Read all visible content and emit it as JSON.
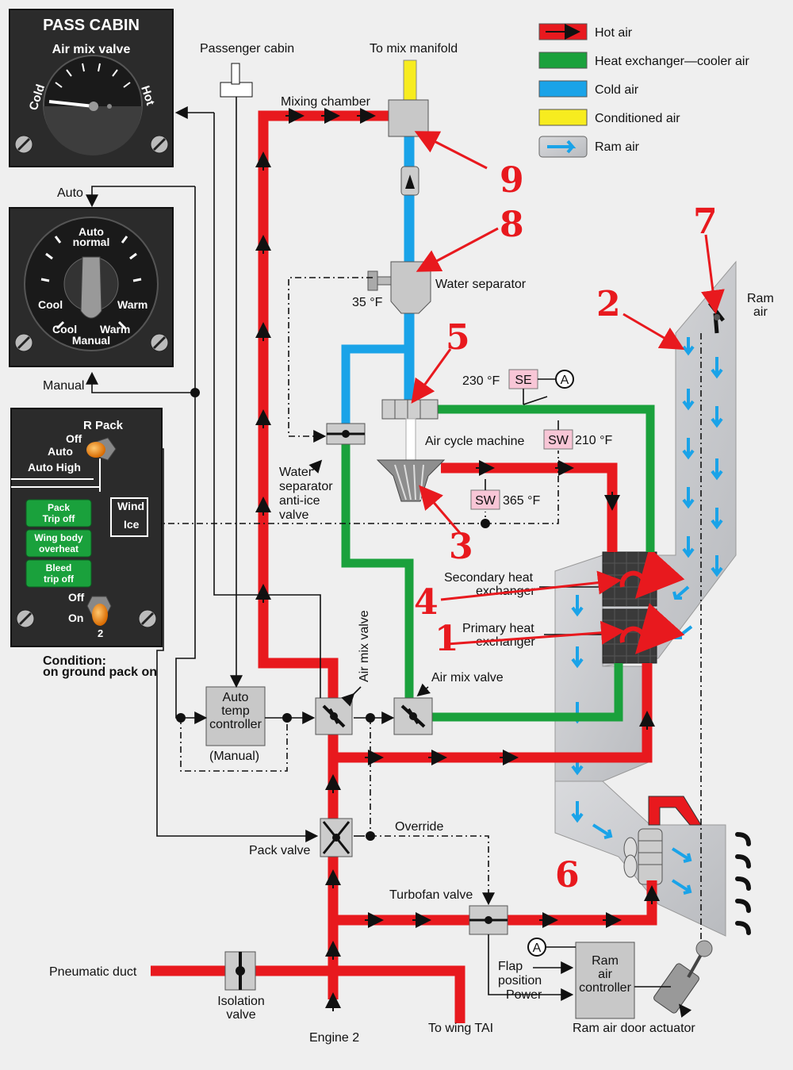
{
  "legend": [
    {
      "label": "Hot air",
      "color": "#e8191e"
    },
    {
      "label": "Heat exchanger—cooler air",
      "color": "#1aa13c"
    },
    {
      "label": "Cold air",
      "color": "#1aa3e8"
    },
    {
      "label": "Conditioned air",
      "color": "#f7ec1f"
    },
    {
      "label": "Ram air",
      "color": "#c9cbcf"
    }
  ],
  "panel_pass_cabin": {
    "title": "PASS CABIN",
    "subtitle": "Air mix valve",
    "cold": "Cold",
    "hot": "Hot"
  },
  "panel_temp": {
    "auto_label": "Auto",
    "auto_normal_1": "Auto",
    "auto_normal_2": "normal",
    "cool": "Cool",
    "warm": "Warm",
    "cool_manual": "Cool",
    "warm_manual": "Warm",
    "manual_inner": "Manual",
    "manual_label": "Manual"
  },
  "panel_pack": {
    "title": "R Pack",
    "off": "Off",
    "auto": "Auto",
    "auto_high": "Auto High",
    "lights": [
      {
        "line1": "Pack",
        "line2": "Trip off"
      },
      {
        "line1": "Wing body",
        "line2": "overheat"
      },
      {
        "line1": "Bleed",
        "line2": "trip off"
      }
    ],
    "wind": "Wind",
    "ice": "Ice",
    "off2": "Off",
    "on": "On",
    "two": "2",
    "condition_1": "Condition:",
    "condition_2": "on ground pack on"
  },
  "labels": {
    "passenger_cabin": "Passenger cabin",
    "to_mix_manifold": "To mix manifold",
    "mixing_chamber": "Mixing chamber",
    "water_separator": "Water separator",
    "temp_35": "35 °F",
    "temp_230": "230 °F",
    "se": "SE",
    "a": "A",
    "sw": "SW",
    "temp_210": "210 °F",
    "temp_365": "365 °F",
    "air_cycle_machine": "Air cycle machine",
    "wsav_1": "Water",
    "wsav_2": "separator",
    "wsav_3": "anti-ice",
    "wsav_4": "valve",
    "secondary_hx_1": "Secondary heat",
    "secondary_hx_2": "exchanger",
    "primary_hx_1": "Primary heat",
    "primary_hx_2": "exchanger",
    "air_mix_valve_v": "Air mix valve",
    "air_mix_valve": "Air mix valve",
    "auto_temp_1": "Auto",
    "auto_temp_2": "temp",
    "auto_temp_3": "controller",
    "auto_temp_4": "(Manual)",
    "override": "Override",
    "pack_valve": "Pack valve",
    "turbofan_valve": "Turbofan valve",
    "pneumatic_duct": "Pneumatic duct",
    "isolation_1": "Isolation",
    "isolation_2": "valve",
    "engine_2": "Engine 2",
    "to_wing_tai": "To wing TAI",
    "flap_1": "Flap",
    "flap_2": "position",
    "power": "Power",
    "ram_ctrl_1": "Ram",
    "ram_ctrl_2": "air",
    "ram_ctrl_3": "controller",
    "ram_air_door": "Ram air door actuator",
    "ram_air_1": "Ram",
    "ram_air_2": "air"
  },
  "callouts": [
    "1",
    "2",
    "3",
    "4",
    "5",
    "6",
    "7",
    "8",
    "9"
  ]
}
